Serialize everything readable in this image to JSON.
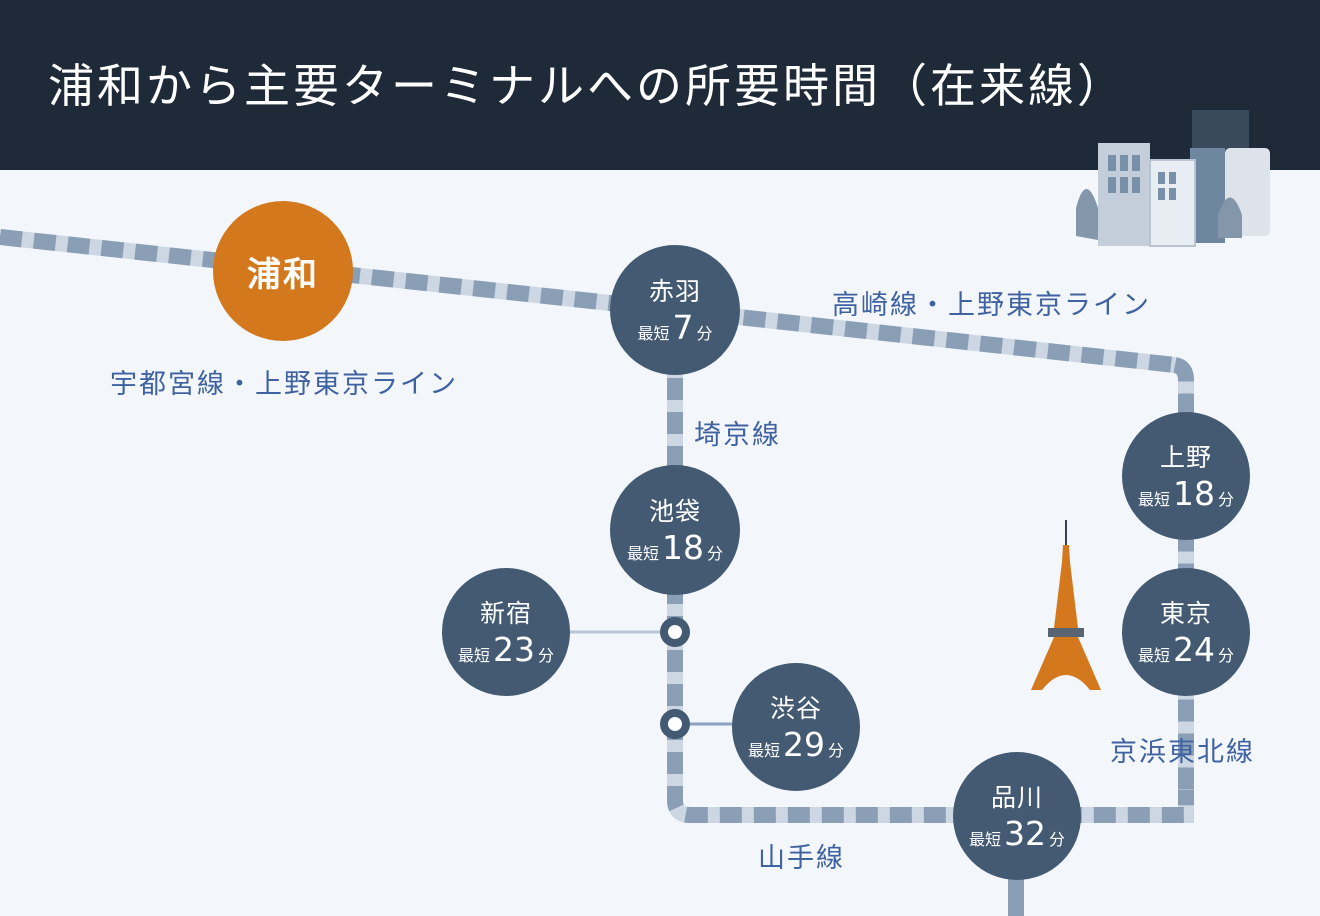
{
  "title": "浦和から主要ターミナルへの所要時間（在来線）",
  "origin": "浦和",
  "lines": {
    "utsunomiya": "宇都宮線・上野東京ライン",
    "takasaki": "高崎線・上野東京ライン",
    "saikyo": "埼京線",
    "keihin": "京浜東北線",
    "yamanote": "山手線"
  },
  "stations": {
    "akabane": {
      "name": "赤羽",
      "prefix": "最短",
      "minutes": "7",
      "unit": "分"
    },
    "ikebukuro": {
      "name": "池袋",
      "prefix": "最短",
      "minutes": "18",
      "unit": "分"
    },
    "shinjuku": {
      "name": "新宿",
      "prefix": "最短",
      "minutes": "23",
      "unit": "分"
    },
    "shibuya": {
      "name": "渋谷",
      "prefix": "最短",
      "minutes": "29",
      "unit": "分"
    },
    "ueno": {
      "name": "上野",
      "prefix": "最短",
      "minutes": "18",
      "unit": "分"
    },
    "tokyo": {
      "name": "東京",
      "prefix": "最短",
      "minutes": "24",
      "unit": "分"
    },
    "shinagawa": {
      "name": "品川",
      "prefix": "最短",
      "minutes": "32",
      "unit": "分"
    }
  },
  "colors": {
    "header": "#1f2a38",
    "background": "#f3f6fa",
    "station": "#435a72",
    "origin": "#d4781d",
    "track_dark": "#8a9fb5",
    "track_light": "#cdd7e4",
    "label": "#3f62a0",
    "tower": "#d4781d"
  },
  "icons": [
    "city-buildings-icon",
    "tokyo-tower-icon"
  ]
}
